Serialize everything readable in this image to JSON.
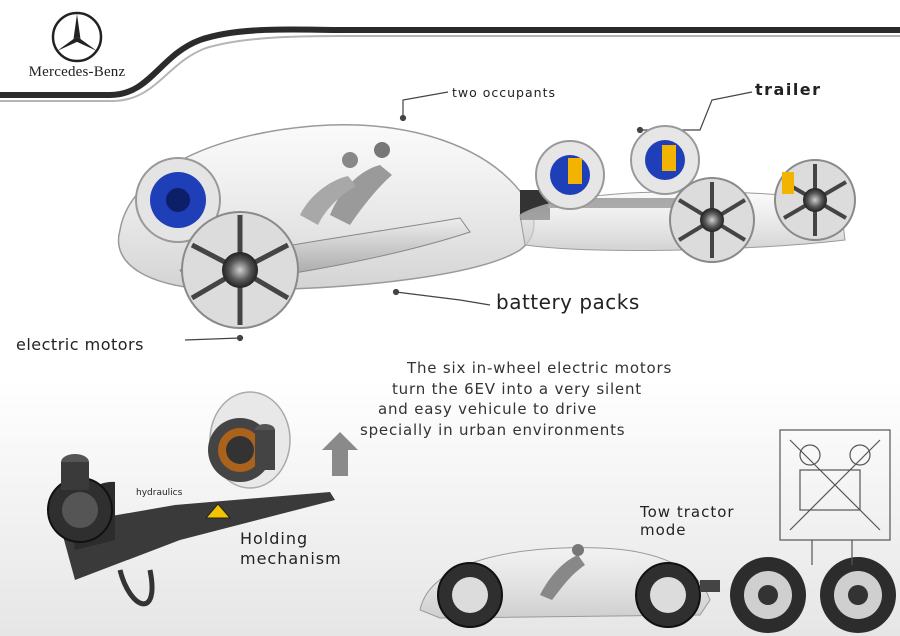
{
  "brand": {
    "logo_text": "Mercedes-Benz",
    "star_icon": "mercedes-star-icon"
  },
  "labels": {
    "two_occupants": "two occupants",
    "trailer": "trailer",
    "battery_packs": "battery packs",
    "electric_motors": "electric motors",
    "hydraulics": "hydraulics",
    "holding_line1": "Holding",
    "holding_line2": "mechanism",
    "tow_line1": "Tow tractor",
    "tow_line2": "mode"
  },
  "description": {
    "line1": "The six in-wheel electric motors",
    "line2": "turn the 6EV into a very silent",
    "line3": "and easy vehicule to drive",
    "line4": "specially in urban environments"
  },
  "colors": {
    "motor_blue": "#1f3fb8",
    "hydraulic_yellow": "#f2b400",
    "warning_yellow": "#f4c400",
    "swoosh": "#333333"
  }
}
